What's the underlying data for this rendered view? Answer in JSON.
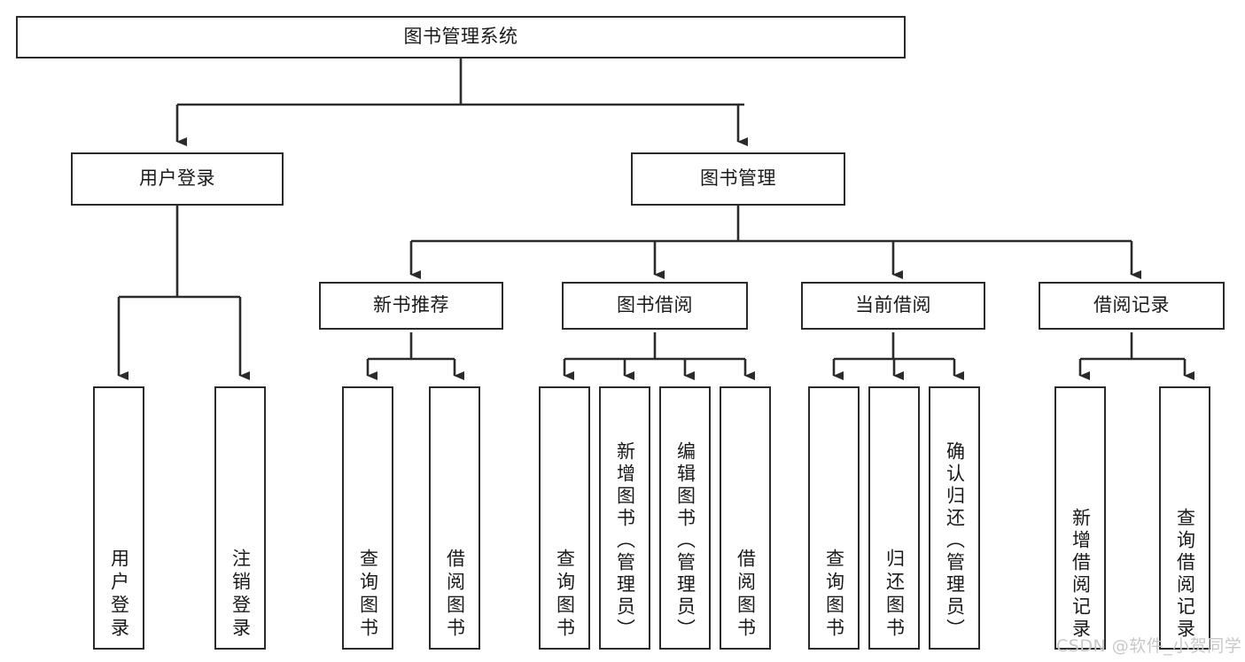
{
  "diagram": {
    "title": "图书管理系统",
    "type": "tree-hierarchy-chart",
    "colors": {
      "box_border": "#2b2b2b",
      "box_fill": "#ffffff",
      "connector": "#2b2b2b",
      "text": "#1a1a1a",
      "watermark": "#c8c8c8"
    }
  },
  "root": {
    "label": "图书管理系统"
  },
  "level2": [
    {
      "label": "用户登录"
    },
    {
      "label": "图书管理"
    }
  ],
  "level3": [
    {
      "label": "新书推荐"
    },
    {
      "label": "图书借阅"
    },
    {
      "label": "当前借阅"
    },
    {
      "label": "借阅记录"
    }
  ],
  "leaves": {
    "user_login": [
      {
        "label": "用户登录"
      },
      {
        "label": "注销登录"
      }
    ],
    "new_book_recommend": [
      {
        "label": "查询图书"
      },
      {
        "label": "借阅图书"
      }
    ],
    "book_borrow": [
      {
        "label": "查询图书"
      },
      {
        "label": "新增图书（管理员）"
      },
      {
        "label": "编辑图书（管理员）"
      },
      {
        "label": "借阅图书"
      }
    ],
    "current_borrow": [
      {
        "label": "查询图书"
      },
      {
        "label": "归还图书"
      },
      {
        "label": "确认归还（管理员）"
      }
    ],
    "borrow_record": [
      {
        "label": "新增借阅记录"
      },
      {
        "label": "查询借阅记录"
      }
    ]
  },
  "watermark": {
    "text": "CSDN @软件_小贺同学"
  }
}
